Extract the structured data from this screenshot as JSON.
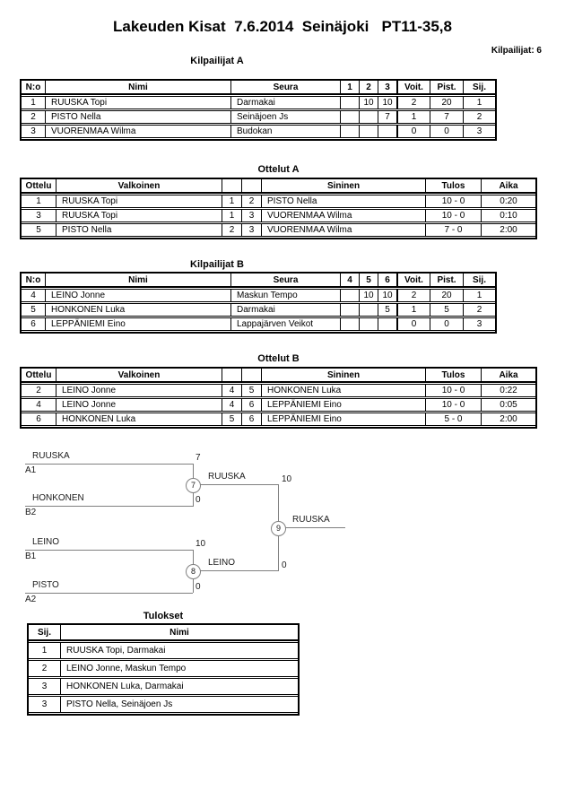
{
  "header": {
    "title": "Lakeuden Kisat  7.6.2014  Seinäjoki   PT11-35,8",
    "competitors_label": "Kilpailijat: 6"
  },
  "kilpailijatA": {
    "heading": "Kilpailijat A",
    "cols": [
      "N:o",
      "Nimi",
      "Seura",
      "1",
      "2",
      "3",
      "Voit.",
      "Pist.",
      "Sij."
    ],
    "rows": [
      [
        "1",
        "RUUSKA Topi",
        "Darmakai",
        "",
        "10",
        "10",
        "2",
        "20",
        "1"
      ],
      [
        "2",
        "PISTO Nella",
        "Seinäjoen Js",
        "",
        "",
        "7",
        "1",
        "7",
        "2"
      ],
      [
        "3",
        "VUORENMAA Wilma",
        "Budokan",
        "",
        "",
        "",
        "0",
        "0",
        "3"
      ]
    ]
  },
  "ottelutA": {
    "heading": "Ottelut A",
    "cols": [
      "Ottelu",
      "Valkoinen",
      "Sininen",
      "Tulos",
      "Aika"
    ],
    "rows": [
      [
        "1",
        "RUUSKA Topi",
        "1",
        "2",
        "PISTO Nella",
        "10 - 0",
        "0:20"
      ],
      [
        "3",
        "RUUSKA Topi",
        "1",
        "3",
        "VUORENMAA Wilma",
        "10 - 0",
        "0:10"
      ],
      [
        "5",
        "PISTO Nella",
        "2",
        "3",
        "VUORENMAA Wilma",
        "7 - 0",
        "2:00"
      ]
    ]
  },
  "kilpailijatB": {
    "heading": "Kilpailijat B",
    "cols": [
      "N:o",
      "Nimi",
      "Seura",
      "4",
      "5",
      "6",
      "Voit.",
      "Pist.",
      "Sij."
    ],
    "rows": [
      [
        "4",
        "LEINO Jonne",
        "Maskun Tempo",
        "",
        "10",
        "10",
        "2",
        "20",
        "1"
      ],
      [
        "5",
        "HONKONEN Luka",
        "Darmakai",
        "",
        "",
        "5",
        "1",
        "5",
        "2"
      ],
      [
        "6",
        "LEPPÄNIEMI Eino",
        "Lappajärven Veikot",
        "",
        "",
        "",
        "0",
        "0",
        "3"
      ]
    ]
  },
  "ottelutB": {
    "heading": "Ottelut B",
    "cols": [
      "Ottelu",
      "Valkoinen",
      "Sininen",
      "Tulos",
      "Aika"
    ],
    "rows": [
      [
        "2",
        "LEINO Jonne",
        "4",
        "5",
        "HONKONEN Luka",
        "10 - 0",
        "0:22"
      ],
      [
        "4",
        "LEINO Jonne",
        "4",
        "6",
        "LEPPÄNIEMI Eino",
        "10 - 0",
        "0:05"
      ],
      [
        "6",
        "HONKONEN Luka",
        "5",
        "6",
        "LEPPÄNIEMI Eino",
        "5 - 0",
        "2:00"
      ]
    ]
  },
  "bracket": {
    "slots": [
      {
        "name": "RUUSKA",
        "seed": "A1",
        "score": "7"
      },
      {
        "name": "HONKONEN",
        "seed": "B2",
        "score": "0"
      },
      {
        "name": "LEINO",
        "seed": "B1",
        "score": "10"
      },
      {
        "name": "PISTO",
        "seed": "A2",
        "score": "0"
      }
    ],
    "semifinal1": {
      "match_no": "7",
      "winner": "RUUSKA",
      "score": "10"
    },
    "semifinal2": {
      "match_no": "8",
      "winner": "LEINO",
      "score": "0"
    },
    "final": {
      "match_no": "9",
      "winner": "RUUSKA"
    }
  },
  "tulokset": {
    "heading": "Tulokset",
    "cols": [
      "Sij.",
      "Nimi"
    ],
    "rows": [
      [
        "1",
        "RUUSKA Topi, Darmakai"
      ],
      [
        "2",
        "LEINO Jonne, Maskun Tempo"
      ],
      [
        "3",
        "HONKONEN Luka, Darmakai"
      ],
      [
        "3",
        "PISTO Nella, Seinäjoen Js"
      ]
    ]
  }
}
